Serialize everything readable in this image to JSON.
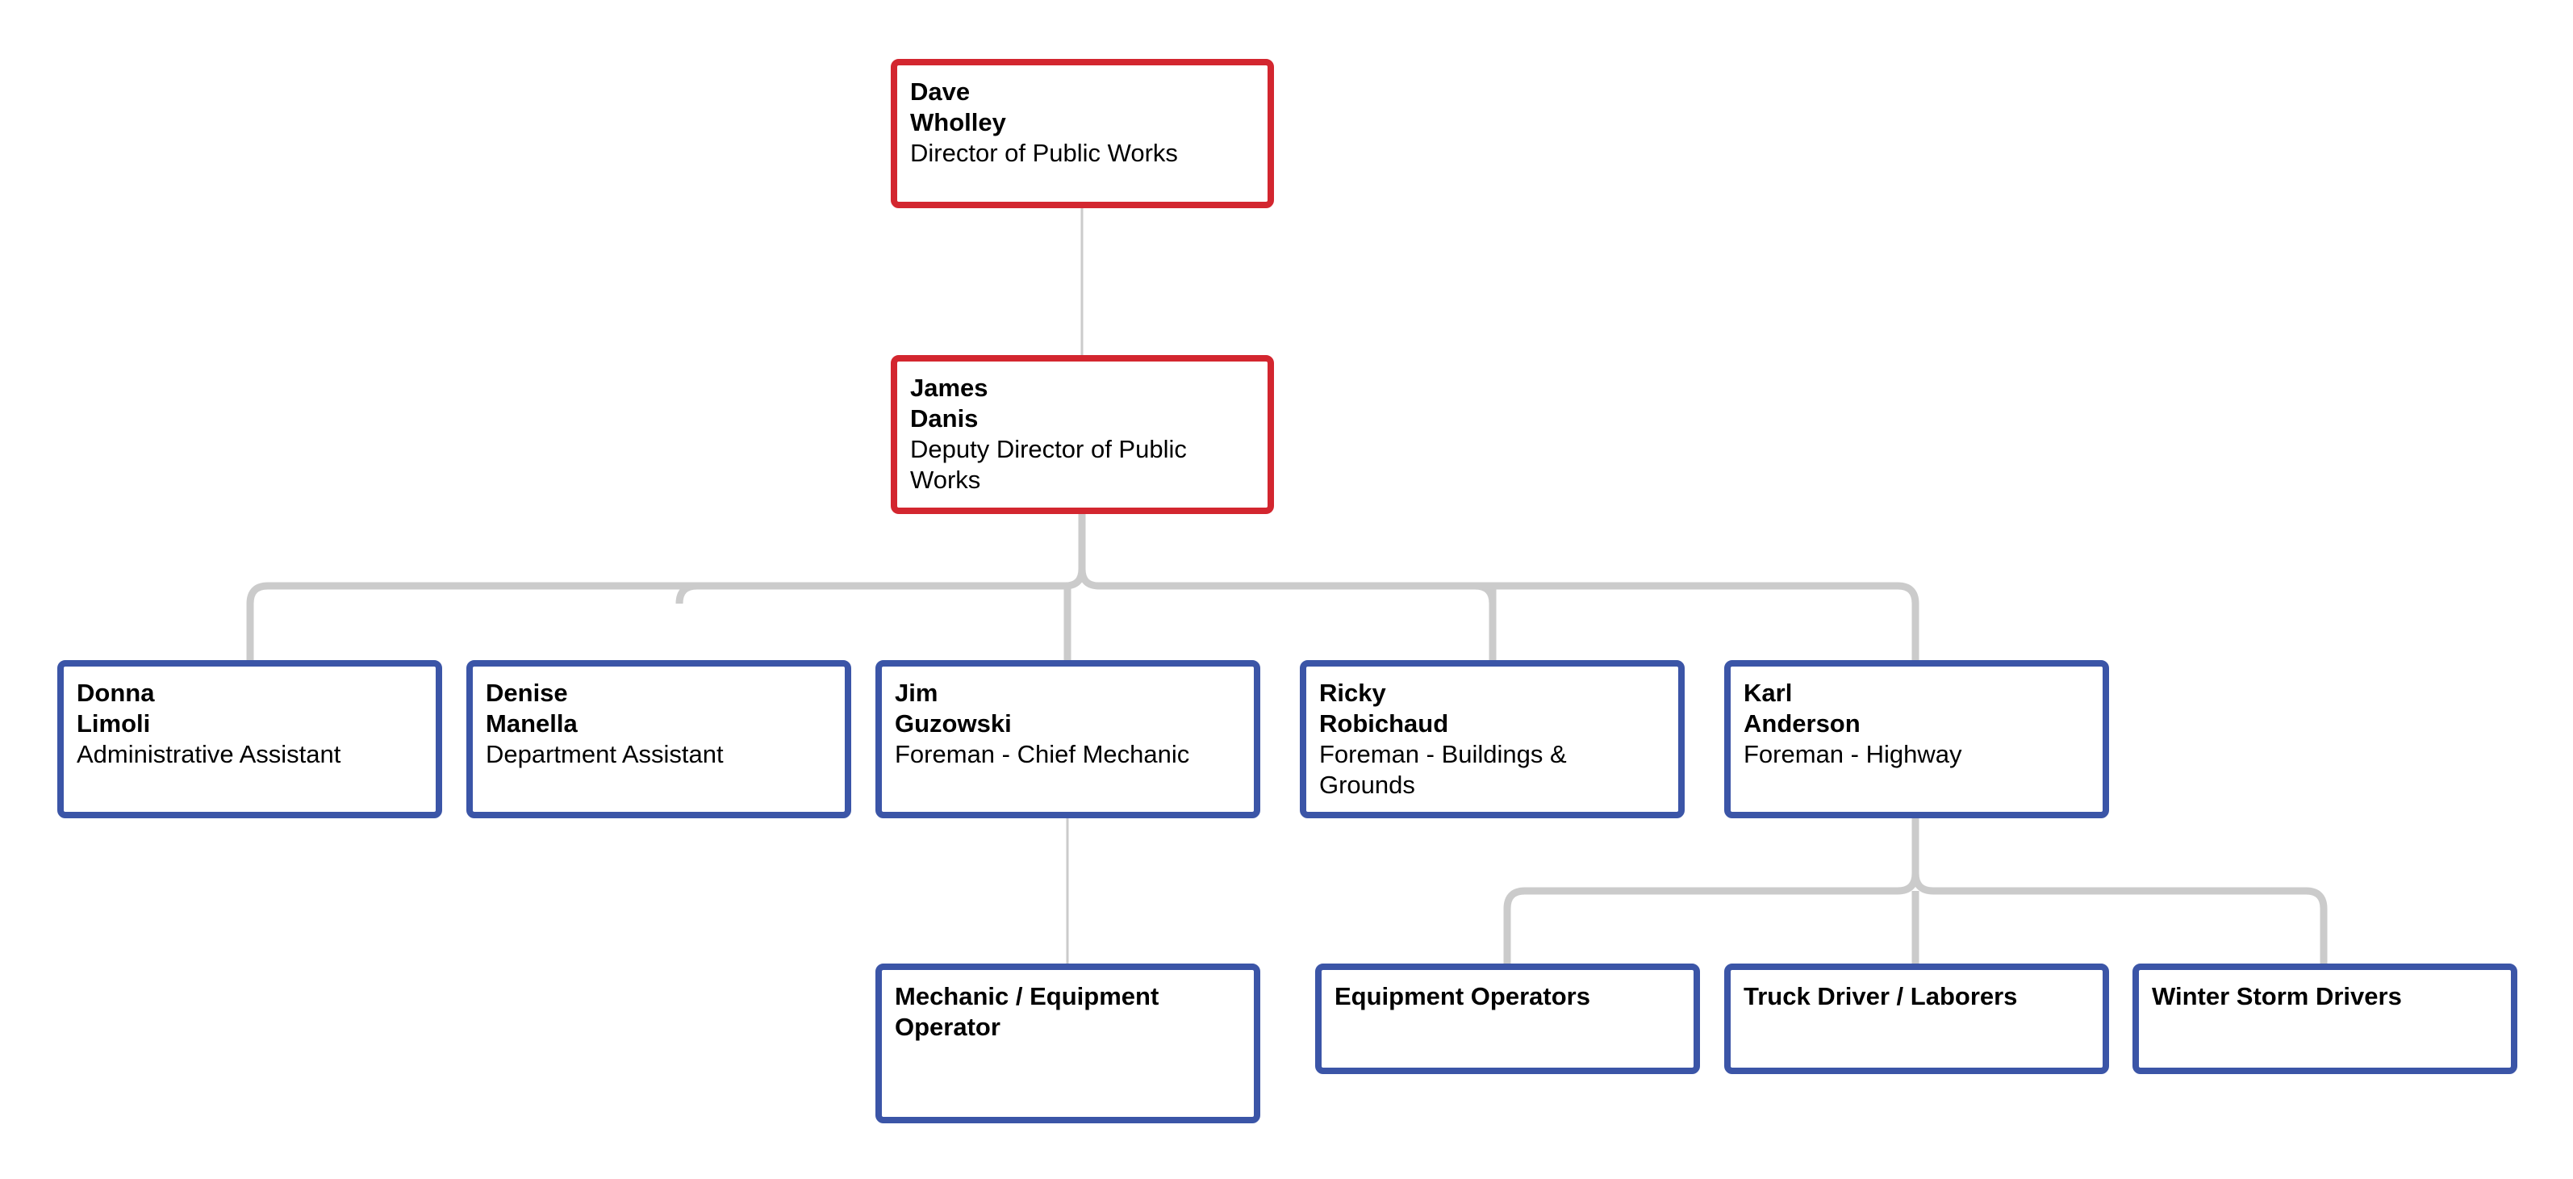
{
  "colors": {
    "executive_border": "#d3262f",
    "staff_border": "#3b55a7",
    "connector": "#cbcbcb",
    "text": "#000000",
    "background": "#ffffff"
  },
  "nodes": {
    "director": {
      "first": "Dave",
      "last": "Wholley",
      "role": "Director of Public Works"
    },
    "deputy": {
      "first": "James",
      "last": "Danis",
      "role": "Deputy Director of Public Works"
    },
    "admin": {
      "first": "Donna",
      "last": "Limoli",
      "role": "Administrative Assistant"
    },
    "dept_assistant": {
      "first": "Denise",
      "last": "Manella",
      "role": "Department Assistant"
    },
    "chief_mechanic": {
      "first": "Jim",
      "last": "Guzowski",
      "role": "Foreman - Chief Mechanic"
    },
    "buildings": {
      "first": "Ricky",
      "last": "Robichaud",
      "role": "Foreman - Buildings & Grounds"
    },
    "highway": {
      "first": "Karl",
      "last": "Anderson",
      "role": "Foreman - Highway"
    },
    "mechanic_operator": {
      "label": "Mechanic / Equipment Operator"
    },
    "equipment_operators": {
      "label": "Equipment Operators"
    },
    "truck_drivers": {
      "label": "Truck Driver / Laborers"
    },
    "winter_drivers": {
      "label": "Winter Storm Drivers"
    }
  }
}
